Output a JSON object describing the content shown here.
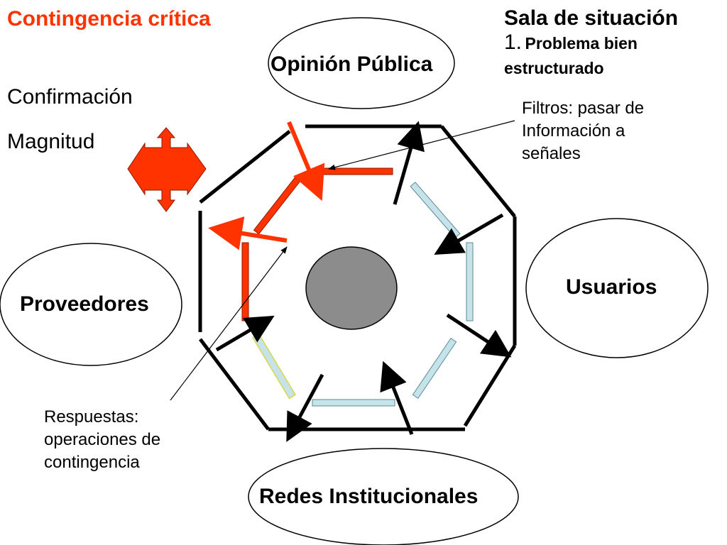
{
  "title": "Contingencia crítica",
  "left_labels": {
    "confirmacion": "Confirmación",
    "magnitud": "Magnitud"
  },
  "right_header": {
    "line1": "Sala de situación",
    "number": "1.",
    "line2": "Problema bien",
    "line3": "estructurado"
  },
  "nodes": {
    "opinion_publica": "Opinión Pública",
    "usuarios": "Usuarios",
    "proveedores": "Proveedores",
    "redes_institucionales": "Redes Institucionales"
  },
  "annotations": {
    "filtros": [
      "Filtros: pasar de",
      "Información a",
      "señales"
    ],
    "respuestas": [
      "Respuestas:",
      "operaciones de",
      "contingencia"
    ]
  },
  "colors": {
    "accent_red": "#ff3300",
    "light_blue": "#c6e3ea",
    "core_gray": "#8c8c8c",
    "line_black": "#000000"
  }
}
